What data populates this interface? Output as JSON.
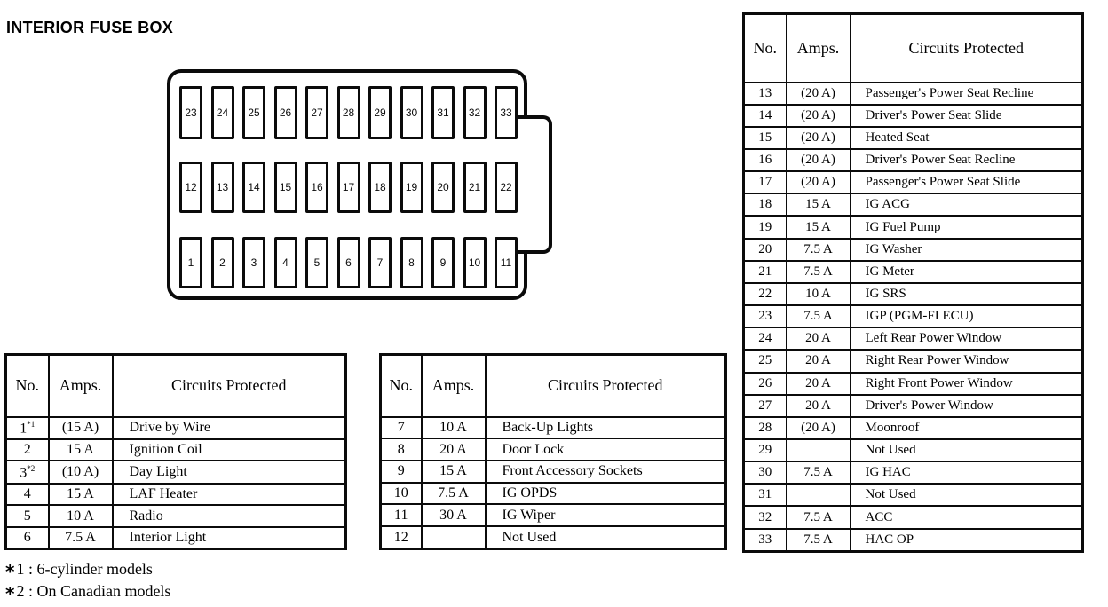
{
  "title": "INTERIOR FUSE BOX",
  "fuse_box": {
    "rows": [
      [
        "23",
        "24",
        "25",
        "26",
        "27",
        "28",
        "29",
        "30",
        "31",
        "32",
        "33"
      ],
      [
        "12",
        "13",
        "14",
        "15",
        "16",
        "17",
        "18",
        "19",
        "20",
        "21",
        "22"
      ],
      [
        "1",
        "2",
        "3",
        "4",
        "5",
        "6",
        "7",
        "8",
        "9",
        "10",
        "11"
      ]
    ]
  },
  "tables": {
    "headers": {
      "no": "No.",
      "amps": "Amps.",
      "circuits": "Circuits Protected"
    },
    "left": {
      "rows": [
        {
          "no": "1",
          "sup": "*1",
          "amps": "(15 A)",
          "circuit": "Drive by Wire"
        },
        {
          "no": "2",
          "amps": "15 A",
          "circuit": "Ignition Coil"
        },
        {
          "no": "3",
          "sup": "*2",
          "amps": "(10 A)",
          "circuit": "Day Light"
        },
        {
          "no": "4",
          "amps": "15 A",
          "circuit": "LAF Heater"
        },
        {
          "no": "5",
          "amps": "10 A",
          "circuit": "Radio"
        },
        {
          "no": "6",
          "amps": "7.5 A",
          "circuit": "Interior Light"
        }
      ]
    },
    "middle": {
      "rows": [
        {
          "no": "7",
          "amps": "10 A",
          "circuit": "Back-Up Lights"
        },
        {
          "no": "8",
          "amps": "20 A",
          "circuit": "Door Lock"
        },
        {
          "no": "9",
          "amps": "15 A",
          "circuit": "Front Accessory Sockets"
        },
        {
          "no": "10",
          "amps": "7.5 A",
          "circuit": "IG OPDS"
        },
        {
          "no": "11",
          "amps": "30 A",
          "circuit": "IG Wiper"
        },
        {
          "no": "12",
          "amps": "",
          "circuit": "Not Used"
        }
      ]
    },
    "right": {
      "rows": [
        {
          "no": "13",
          "amps": "(20 A)",
          "circuit": "Passenger's Power Seat Recline"
        },
        {
          "no": "14",
          "amps": "(20 A)",
          "circuit": "Driver's Power Seat Slide"
        },
        {
          "no": "15",
          "amps": "(20 A)",
          "circuit": "Heated Seat"
        },
        {
          "no": "16",
          "amps": "(20 A)",
          "circuit": "Driver's Power Seat Recline"
        },
        {
          "no": "17",
          "amps": "(20 A)",
          "circuit": "Passenger's Power Seat Slide"
        },
        {
          "no": "18",
          "amps": "15 A",
          "circuit": "IG ACG"
        },
        {
          "no": "19",
          "amps": "15 A",
          "circuit": "IG Fuel Pump"
        },
        {
          "no": "20",
          "amps": "7.5 A",
          "circuit": "IG Washer"
        },
        {
          "no": "21",
          "amps": "7.5 A",
          "circuit": "IG Meter"
        },
        {
          "no": "22",
          "amps": "10 A",
          "circuit": "IG SRS"
        },
        {
          "no": "23",
          "amps": "7.5 A",
          "circuit": "IGP (PGM-FI ECU)"
        },
        {
          "no": "24",
          "amps": "20 A",
          "circuit": "Left Rear Power Window"
        },
        {
          "no": "25",
          "amps": "20 A",
          "circuit": "Right Rear Power Window"
        },
        {
          "no": "26",
          "amps": "20 A",
          "circuit": "Right Front Power Window"
        },
        {
          "no": "27",
          "amps": "20 A",
          "circuit": "Driver's Power Window"
        },
        {
          "no": "28",
          "amps": "(20 A)",
          "circuit": "Moonroof"
        },
        {
          "no": "29",
          "amps": "",
          "circuit": "Not Used"
        },
        {
          "no": "30",
          "amps": "7.5 A",
          "circuit": "IG HAC"
        },
        {
          "no": "31",
          "amps": "",
          "circuit": "Not Used"
        },
        {
          "no": "32",
          "amps": "7.5 A",
          "circuit": "ACC"
        },
        {
          "no": "33",
          "amps": "7.5 A",
          "circuit": "HAC OP"
        }
      ]
    }
  },
  "footnotes": [
    {
      "sym": "*",
      "text": "1 : 6-cylinder models"
    },
    {
      "sym": "*",
      "text": "2 : On Canadian models"
    }
  ]
}
